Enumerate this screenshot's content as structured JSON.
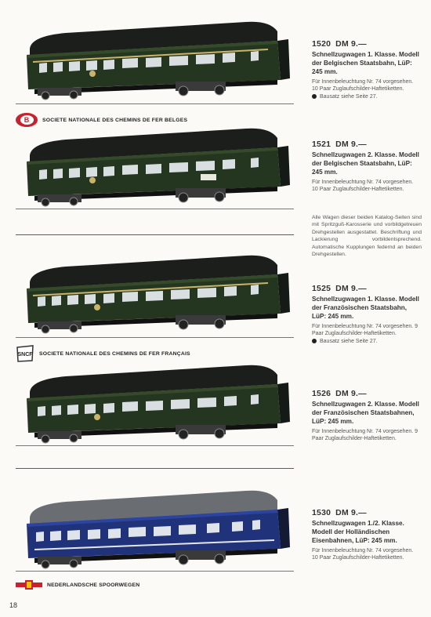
{
  "items": [
    {
      "number": "1520",
      "price": "DM 9.—",
      "title": "Schnellzugwagen 1. Klasse. Modell der Belgischen Staatsbahn, LüP: 245 mm.",
      "text": "Für Innenbeleuchtung Nr. 74 vorgesehen. 10 Paar Zuglaufschilder-Haftetiketten.",
      "note": "Bausatz siehe Seite 27."
    },
    {
      "number": "1521",
      "price": "DM 9.—",
      "title": "Schnellzugwagen 2. Klasse. Modell der Belgischen Staatsbahn, LüP: 245 mm.",
      "text": "Für Innenbeleuchtung Nr. 74 vorgesehen. 10 Paar Zuglaufschilder-Haftetiketten."
    },
    {
      "number": "1525",
      "price": "DM 9.—",
      "title": "Schnellzugwagen 1. Klasse. Modell der Französischen Staatsbahn, LüP: 245 mm.",
      "text": "Für Innenbeleuchtung Nr. 74 vorgesehen. 9 Paar Zuglaufschilder-Haftetiketten.",
      "note": "Bausatz siehe Seite 27."
    },
    {
      "number": "1526",
      "price": "DM 9.—",
      "title": "Schnellzugwagen 2. Klasse. Modell der Französischen Staatsbahnen, LüP: 245 mm.",
      "text": "Für Innenbeleuchtung Nr. 74 vorgesehen. 9 Paar Zuglaufschilder-Haftetiketten."
    },
    {
      "number": "1530",
      "price": "DM 9.—",
      "title": "Schnellzugwagen 1./2. Klasse. Modell der Holländischen Eisenbahnen, LüP: 245 mm.",
      "text": "Für Innenbeleuchtung Nr. 74 vorgesehen. 10 Paar Zuglaufschilder-Haftetiketten."
    }
  ],
  "common_note": "Alle Wagen dieser beiden Katalog-Seiten sind mit Spritzguß-Karosserie und vorbildgetreuen Drehgestellen ausgestattet. Beschriftung und Lackierung vorbildentsprechend. Automatische Kupplungen federnd an beiden Drehgestellen.",
  "railways": {
    "belgian": "SOCIETE NATIONALE DES CHEMINS DE FER BELGES",
    "french": "SOCIETE NATIONALE DES CHEMINS DE FER FRANÇAIS",
    "dutch": "NEDERLANDSCHE SPOORWEGEN"
  },
  "logo_text": {
    "belgian": "B",
    "french": "SNCF"
  },
  "page_number": "18",
  "colors": {
    "coach_green": "#24361f",
    "coach_green_light": "#344a2b",
    "coach_blue": "#20337a",
    "coach_blue_light": "#2c44a0",
    "roof_dark": "#1b1e1b",
    "separator_red": "#b23a2e",
    "belgian_red": "#c8232c"
  },
  "icons": [
    "coach-image",
    "belgian-logo",
    "sncf-logo",
    "ns-logo",
    "bullet-dot"
  ]
}
